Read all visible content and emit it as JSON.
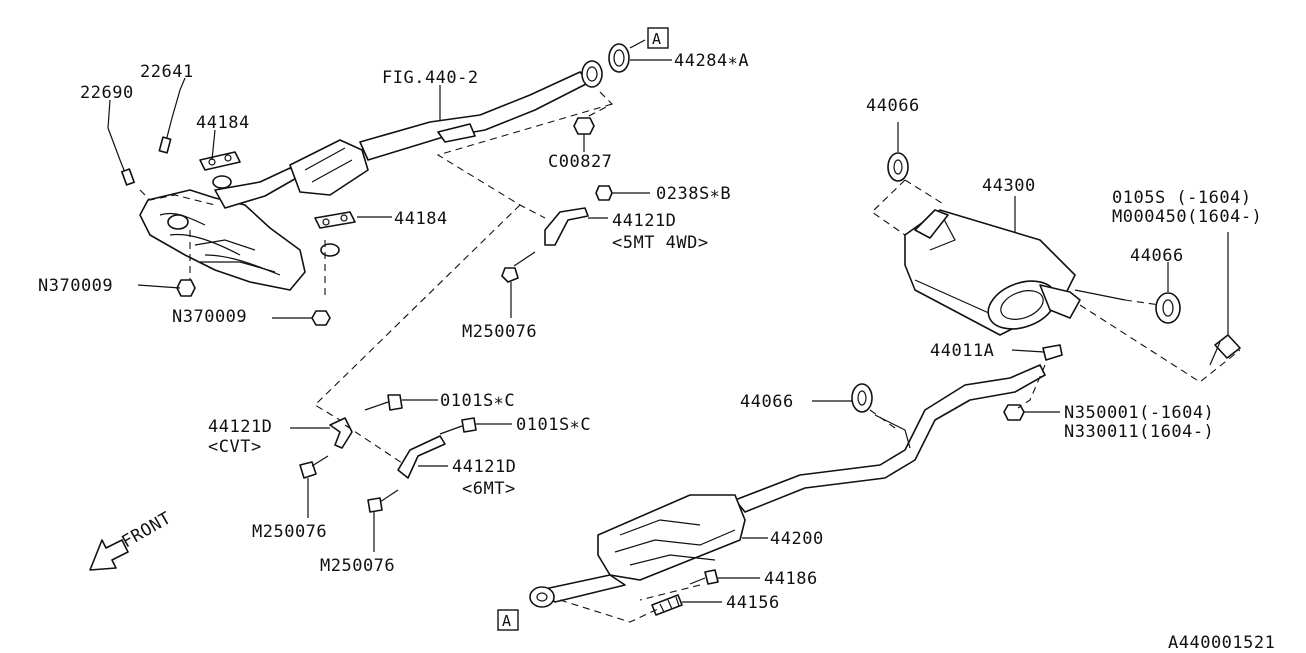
{
  "labels": {
    "p22641": "22641",
    "p22690": "22690",
    "p44184_top": "44184",
    "p44184_mid": "44184",
    "fig4402": "FIG.440-2",
    "p44284a": "44284∗A",
    "c00827": "C00827",
    "p0238sb": "0238S∗B",
    "p44121d_5mt": "44121D",
    "p44121d_5mt_note": "<5MT 4WD>",
    "n370009_a": "N370009",
    "n370009_b": "N370009",
    "m250076_top": "M250076",
    "p0101sc_a": "0101S∗C",
    "p0101sc_b": "0101S∗C",
    "p44121d_cvt": "44121D",
    "p44121d_cvt_note": "<CVT>",
    "p44121d_6mt": "44121D",
    "p44121d_6mt_note": "<6MT>",
    "m250076_mid": "M250076",
    "m250076_bot": "M250076",
    "front": "FRONT",
    "p44066_top": "44066",
    "p44300": "44300",
    "p0105s": "0105S    (-1604)",
    "m000450": "M000450(1604-)",
    "p44066_right": "44066",
    "p44011a": "44011A",
    "p44066_mid": "44066",
    "n350001": "N350001(-1604)",
    "n330011": "N330011(1604-)",
    "p44200": "44200",
    "p44186": "44186",
    "p44156": "44156",
    "ref_a_top": "A",
    "ref_a_bottom": "A",
    "diagram_id": "A440001521"
  }
}
